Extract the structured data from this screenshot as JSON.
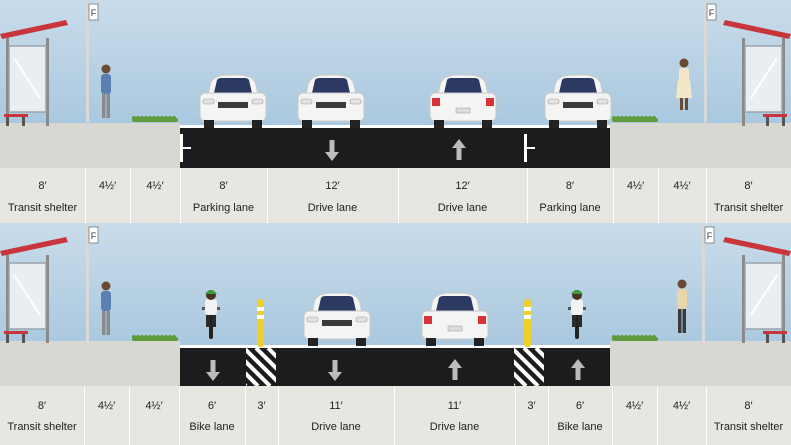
{
  "colors": {
    "sky_top": "#c9dcea",
    "sky_bottom": "#a9c8df",
    "sidewalk": "#d8d7d2",
    "label_bg": "#e7e6e1",
    "asphalt": "#1b1c1d",
    "shelter_roof": "#c8353b",
    "car_body": "#f4f4f2",
    "car_glass": "#2c3a63",
    "grass": "#5f9a3d",
    "bollard": "#f0cf2a"
  },
  "icons": {
    "arrow_down": "arrow-down-icon",
    "arrow_up": "arrow-up-icon",
    "car": "car-icon",
    "cyclist": "cyclist-icon",
    "pedestrian": "pedestrian-icon",
    "transit_shelter": "transit-shelter-icon",
    "bollard": "bollard-icon",
    "street_sign": "street-sign-icon"
  },
  "before": {
    "segments": [
      {
        "width": "8′",
        "name": "Transit shelter"
      },
      {
        "width": "4½′",
        "name": ""
      },
      {
        "width": "4½′",
        "name": ""
      },
      {
        "width": "8′",
        "name": "Parking lane"
      },
      {
        "width": "12′",
        "name": "Drive lane"
      },
      {
        "width": "12′",
        "name": "Drive lane"
      },
      {
        "width": "8′",
        "name": "Parking lane"
      },
      {
        "width": "4½′",
        "name": ""
      },
      {
        "width": "4½′",
        "name": ""
      },
      {
        "width": "8′",
        "name": "Transit shelter"
      }
    ]
  },
  "after": {
    "segments": [
      {
        "width": "8′",
        "name": "Transit shelter"
      },
      {
        "width": "4½′",
        "name": ""
      },
      {
        "width": "4½′",
        "name": ""
      },
      {
        "width": "6′",
        "name": "Bike lane"
      },
      {
        "width": "3′",
        "name": ""
      },
      {
        "width": "11′",
        "name": "Drive lane"
      },
      {
        "width": "11′",
        "name": "Drive lane"
      },
      {
        "width": "3′",
        "name": ""
      },
      {
        "width": "6′",
        "name": "Bike lane"
      },
      {
        "width": "4½′",
        "name": ""
      },
      {
        "width": "4½′",
        "name": ""
      },
      {
        "width": "8′",
        "name": "Transit shelter"
      }
    ]
  }
}
